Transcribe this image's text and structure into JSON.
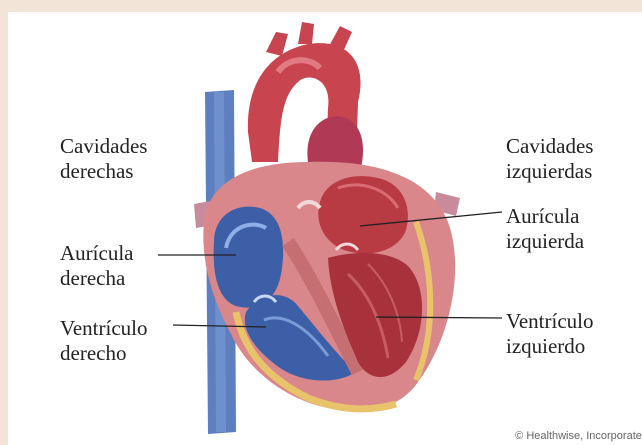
{
  "diagram": {
    "labels": {
      "right_chambers": [
        "Cavidades",
        "derechas"
      ],
      "left_chambers": [
        "Cavidades",
        "izquierdas"
      ],
      "right_atrium": [
        "Aurícula",
        "derecha"
      ],
      "left_atrium": [
        "Aurícula",
        "izquierda"
      ],
      "right_ventricle": [
        "Ventrículo",
        "derecho"
      ],
      "left_ventricle": [
        "Ventrículo",
        "izquierdo"
      ]
    },
    "credit": "© Healthwise, Incorporated"
  },
  "colors": {
    "background_border": "#f2e4d6",
    "vein_blue": "#4f74b8",
    "deoxygenated_chamber": "#3d5fa8",
    "artery_red": "#c8444f",
    "oxygenated_chamber": "#b83a42",
    "myocardium_pink": "#d9878a",
    "fat_yellow": "#e8c36a",
    "label_text": "#222222"
  }
}
